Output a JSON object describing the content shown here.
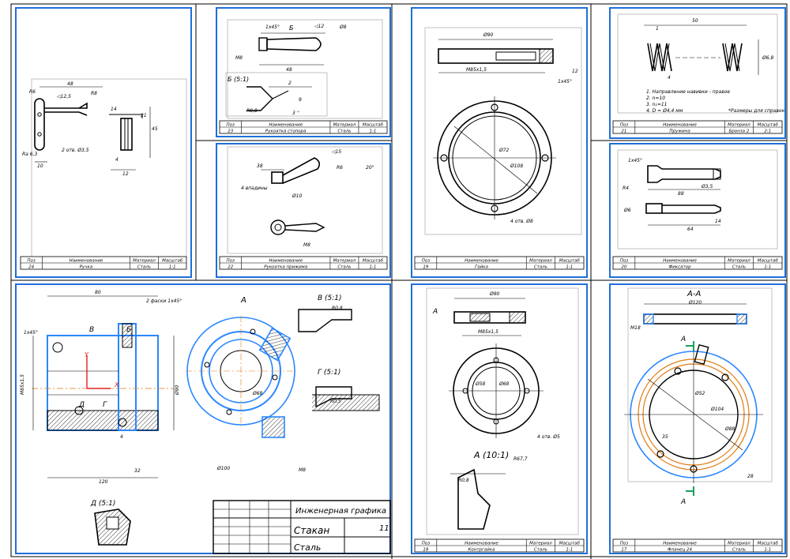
{
  "colors": {
    "frame": "#1f6fd8",
    "line": "#000000",
    "highlight": "#2b87ff",
    "accent": "#e07a10",
    "green": "#1aa05a",
    "red": "#e02020"
  },
  "stamp_headers": {
    "pos": "Поз",
    "name": "Наименование",
    "material": "Материал",
    "scale": "Масштаб"
  },
  "panels": {
    "ruchka": {
      "pos": "24",
      "name": "Ручка",
      "material": "Сталь",
      "scale": "1:1",
      "labels": {
        "len": "48",
        "r6": "R6",
        "r8": "R8",
        "rz": "Ra 6,3",
        "angle": "◁12,5",
        "holes": "2 отв. Ø3,5",
        "s1": "10",
        "s2": "45",
        "s3": "14",
        "s4": "21",
        "s5": "4",
        "s6": "12"
      }
    },
    "rukoyatka_stopora": {
      "pos": "23",
      "name": "Рукоятка стопора",
      "material": "Сталь",
      "scale": "1:1",
      "labels": {
        "view_b": "Б",
        "view_b_scale": "Б (5:1)",
        "chamfer": "1х45°",
        "len": "48",
        "m8": "M8",
        "angle": "◁12",
        "r8": "Ø8",
        "d2": "2",
        "d9": "9",
        "r08": "R0,8",
        "deg": "3 ''"
      }
    },
    "rukoyatka_prizhima": {
      "pos": "22",
      "name": "Рукоятка прижима",
      "material": "Сталь",
      "scale": "1:1",
      "labels": {
        "angle": "◁15",
        "r6": "R6",
        "deg": "20°",
        "r10": "Ø10",
        "m8": "M8",
        "d1": "38",
        "d2": "4 впадины"
      }
    },
    "gaika": {
      "pos": "19",
      "name": "Гайка",
      "material": "Сталь",
      "scale": "1:1",
      "labels": {
        "d90": "Ø90",
        "m": "M85х1,5",
        "d1": "Ø72",
        "d2": "Ø108",
        "holes": "4 отв. Ø8",
        "t": "1х45°",
        "s": "12"
      }
    },
    "pruzhina": {
      "pos": "21",
      "name": "Пружина",
      "material": "Бронза 2",
      "scale": "2:1",
      "labels": {
        "len": "50",
        "d": "Ø6,8",
        "n1": "1",
        "n4": "4",
        "notes": [
          "1. Направление навивки - правое",
          "2. n=10",
          "3. n₁=11",
          "4. D = Ø4,4 мм"
        ],
        "ref": "*Размеры для справок"
      }
    },
    "fiksator": {
      "pos": "20",
      "name": "Фиксатор",
      "material": "Сталь",
      "scale": "1:1",
      "labels": {
        "chamfer": "1х45°",
        "r": "R4",
        "len1": "88",
        "len2": "64",
        "d1": "Ø3,5",
        "d2": "Ø6",
        "d3": "14"
      }
    },
    "stakan": {
      "labels": {
        "view_a": "A",
        "view_b": "В (5:1)",
        "view_g": "Г (5:1)",
        "view_d": "Д (5:1)",
        "b": "Б",
        "v": "В",
        "g": "Г",
        "d": "Д",
        "m": "M85х1,5",
        "d90": "Ø90",
        "d100": "Ø100",
        "d68": "Ø68",
        "len": "80",
        "len2": "120",
        "x": "X",
        "y": "Y",
        "r1": "R0,8",
        "r2": "R0,5",
        "chamfer": "1х45°",
        "chamfer2": "2 фаски 1х45°",
        "d32": "32",
        "m8": "M8",
        "d4": "4"
      },
      "title_block": {
        "header": "Инженерная графика",
        "name": "Стакан",
        "material": "Сталь",
        "sheet": "11"
      }
    },
    "kontrgaika": {
      "pos": "18",
      "name": "Контргайка",
      "material": "Сталь",
      "scale": "1:1",
      "labels": {
        "a": "A",
        "view_a": "A (10:1)",
        "d90": "Ø90",
        "m": "M85х1,5",
        "holes": "4 отв. Ø5",
        "d1": "Ø58",
        "d2": "Ø68",
        "r": "R0,8",
        "d3": "R67,7"
      }
    },
    "flanets": {
      "pos": "17",
      "name": "Фланец 24",
      "material": "Сталь",
      "scale": "1:1",
      "labels": {
        "section": "A-A",
        "d": "Ø120",
        "m": "M18",
        "a": "A",
        "a2": "A",
        "d1": "Ø104",
        "d2": "Ø88",
        "d3": "Ø52",
        "angle": "35",
        "r": "28"
      }
    }
  }
}
